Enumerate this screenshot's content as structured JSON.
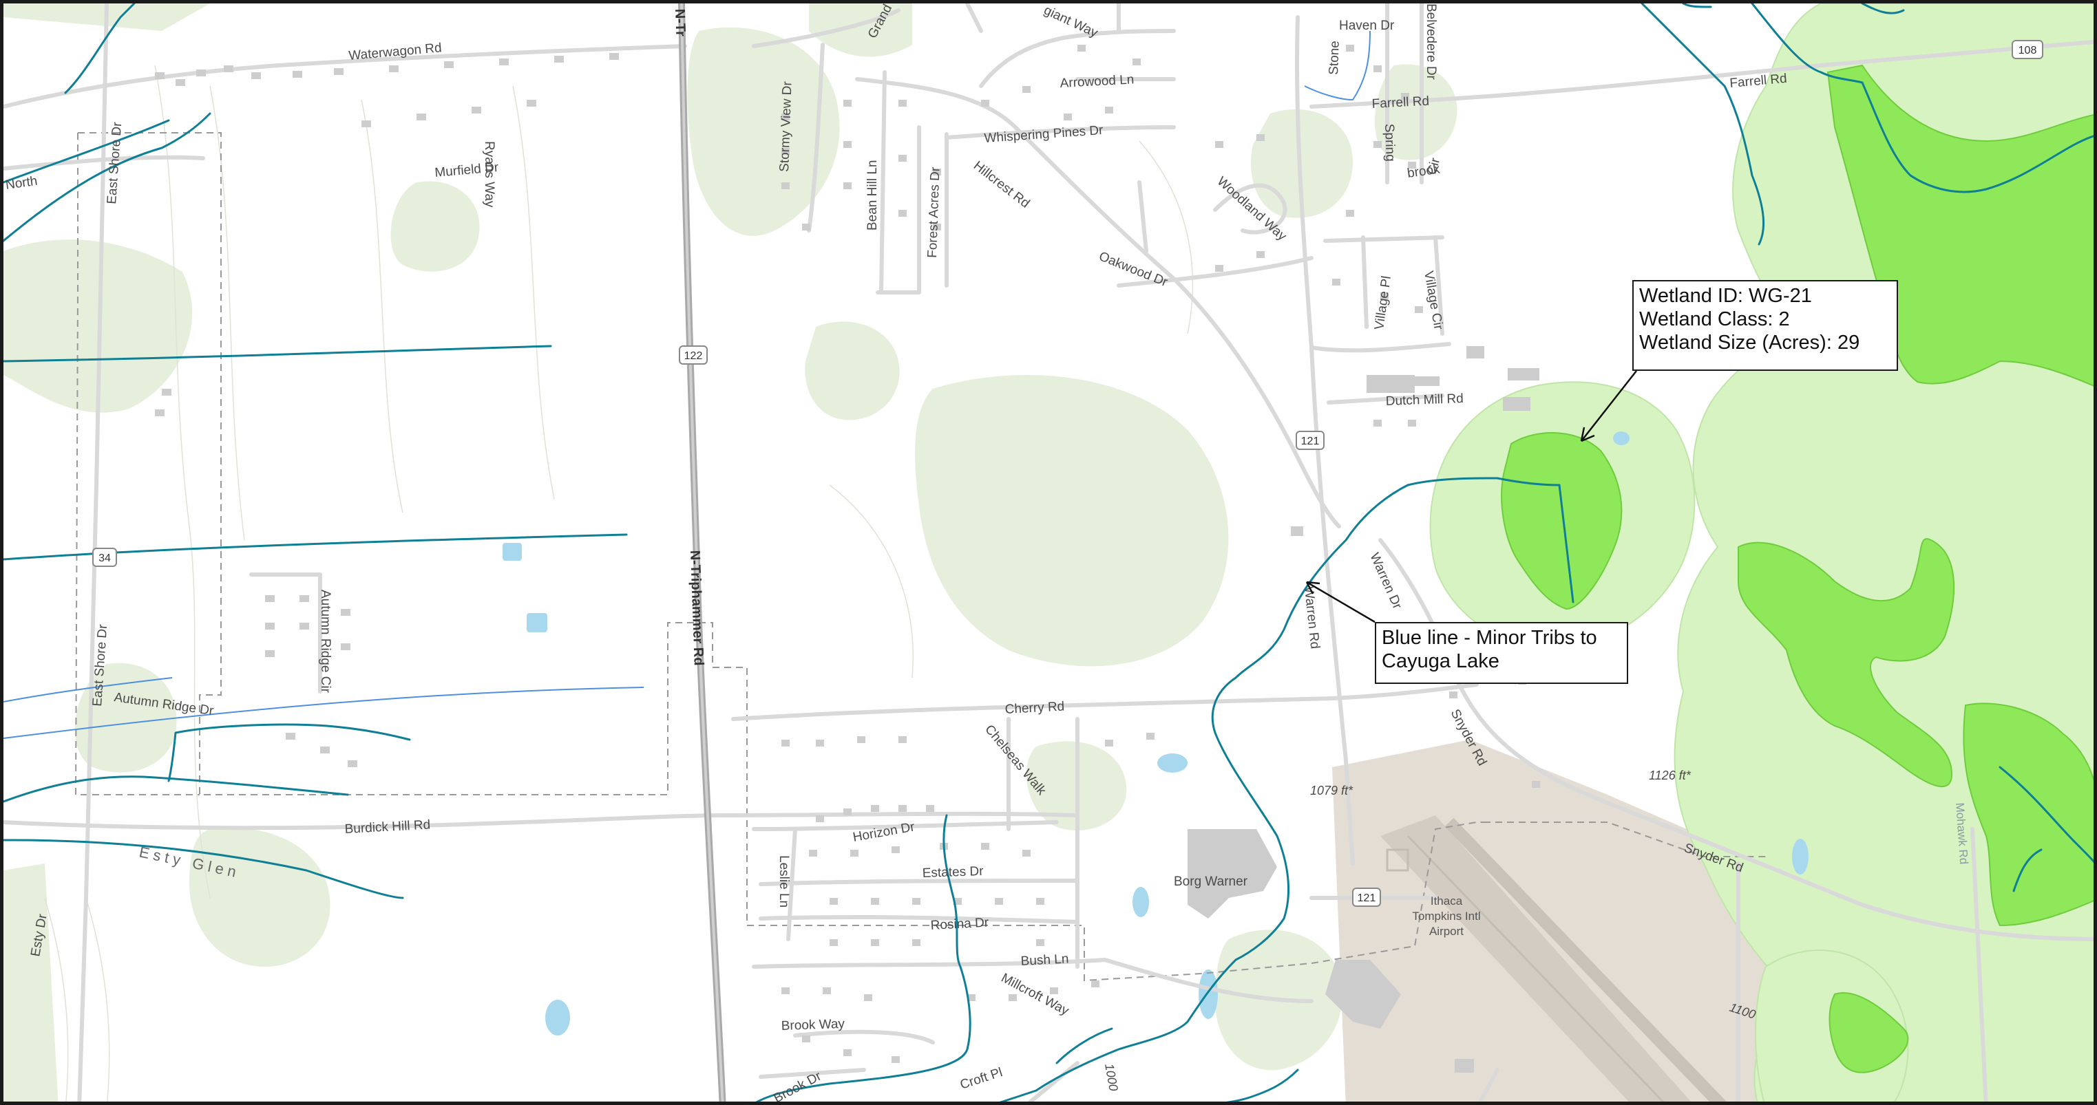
{
  "colors": {
    "background": "#ffffff",
    "frame": "#1a1a1a",
    "forest": "#e6efdc",
    "wetland_buffer": "#d8f3c2",
    "wetland": "#8fe85a",
    "stream": "#0e7f95",
    "minor_stream": "#4f8fe0",
    "road": "#d9d9d9",
    "highway": "#a9a9a9",
    "airport": "#e4ddd3",
    "building": "#cccccc",
    "water": "#a8d8ee"
  },
  "wetland_callout": {
    "id_line": "Wetland ID: WG-21",
    "class_line": "Wetland Class: 2",
    "size_line": "Wetland Size (Acres): 29"
  },
  "tribs_callout": {
    "line1": "Blue line - Minor Tribs to",
    "line2": "Cayuga Lake"
  },
  "road_labels": {
    "waterwagon": "Waterwagon Rd",
    "ryans_way": "Ryans Way",
    "murfield": "Murfield Dr",
    "east_shore": "East Shore Dr",
    "east_shore_2": "East Shore Dr",
    "north": "North",
    "n_tri_top": "N-Tr",
    "n_triphammer": "N-Triphammer Rd",
    "stormy_view": "Stormy View Dr",
    "bean_hill": "Bean Hill Ln",
    "forest_acres": "Forest Acres Dr",
    "arrowood": "Arrowood Ln",
    "whispering_pines": "Whispering Pines Dr",
    "hillcrest": "Hillcrest Rd",
    "oakwood": "Oakwood Dr",
    "woodland_way": "Woodland Way",
    "grand": "Grand",
    "giant_way": "giant Way",
    "haven": "Haven Dr",
    "stone": "Stone",
    "belvedere": "Belvedere Dr",
    "farrell_1": "Farrell Rd",
    "farrell_2": "Farrell Rd",
    "spring": "Spring",
    "brook_sm": "brook",
    "cir": "Cir",
    "village_pl": "Village Pl",
    "village_cir": "Village Cir",
    "dutch_mill": "Dutch Mill Rd",
    "warren_rd": "Warren Rd",
    "warren_dr": "Warren Dr",
    "autumn_ridge_cir": "Autumn Ridge Cir",
    "autumn_ridge_dr": "Autumn Ridge Dr",
    "burdick_hill": "Burdick Hill Rd",
    "esty_glen": "Esty Glen",
    "esty_dr": "Esty Dr",
    "cherry": "Cherry Rd",
    "chelseas_walk": "Chelseas Walk",
    "horizon": "Horizon Dr",
    "estates": "Estates Dr",
    "rosina": "Rosina Dr",
    "leslie": "Leslie Ln",
    "bush": "Bush Ln",
    "millcroft": "Millcroft Way",
    "brook_way": "Brook Way",
    "brook_dr": "Brook Dr",
    "croft": "Croft Pl",
    "snyder_rd_1": "Snyder Rd",
    "snyder_rd_2": "Snyder Rd",
    "mohawk": "Mohawk Rd",
    "borg_warner": "Borg Warner",
    "airport_1": "Ithaca",
    "airport_2": "Tompkins Intl",
    "airport_3": "Airport",
    "elev_1079": "1079 ft",
    "elev_1126": "1126 ft",
    "elev_1100": "1100",
    "elev_1000": "1000"
  },
  "shields": {
    "rt_108": "108",
    "rt_122": "122",
    "rt_121_a": "121",
    "rt_121_b": "121",
    "rt_34": "34"
  }
}
